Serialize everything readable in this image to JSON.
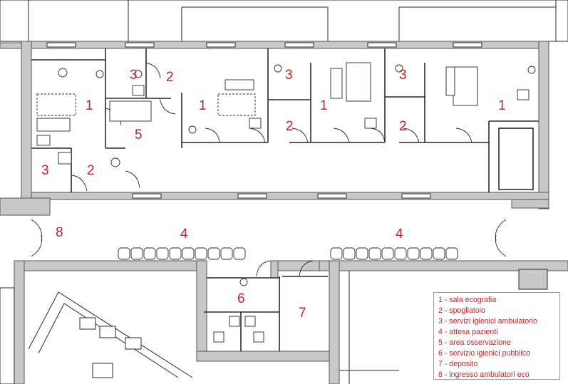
{
  "colors": {
    "wall": "#c8c8c8",
    "line": "#2a2a2a",
    "label": "#c0272d"
  },
  "rooms": [
    {
      "label": "1"
    },
    {
      "label": "1"
    },
    {
      "label": "1"
    },
    {
      "label": "1"
    },
    {
      "label": "2"
    },
    {
      "label": "2"
    },
    {
      "label": "2"
    },
    {
      "label": "2"
    },
    {
      "label": "3"
    },
    {
      "label": "3"
    },
    {
      "label": "3"
    },
    {
      "label": "3"
    },
    {
      "label": "4"
    },
    {
      "label": "4"
    },
    {
      "label": "5"
    },
    {
      "label": "6"
    },
    {
      "label": "7"
    },
    {
      "label": "8"
    }
  ],
  "legend": [
    "1 - sala ecografia",
    "2 - spogliatoio",
    "3 - servizi igienici ambulatorio",
    "4 - attesa pazienti",
    "5 - area osservazione",
    "6 - servizio igienici pubblico",
    "7 - deposito",
    "8 - ingresso ambulatori eco"
  ]
}
